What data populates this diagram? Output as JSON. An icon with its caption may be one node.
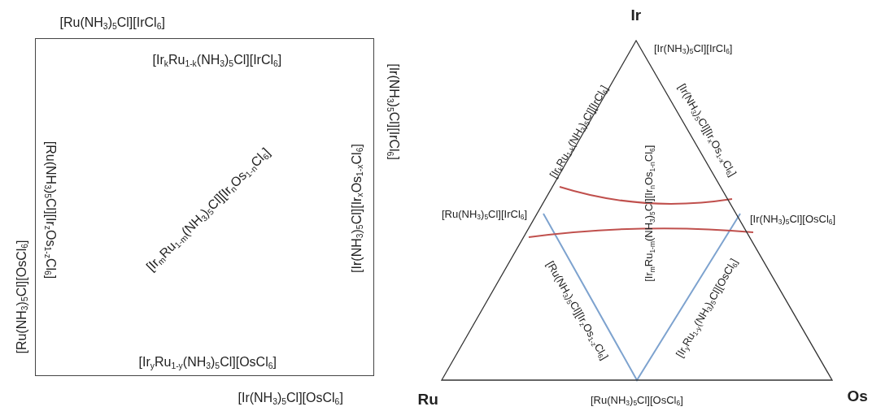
{
  "diagram": {
    "nodes": [
      {
        "text": [
          "[Ir$_{k}$Ru$_{1-k}$(NH$_{3}$)$_{5}$Cl][IrCl$_{6}$]",
          "[Ru(NH$_{3}$)$_{5}$Cl][Ir$_{z}$Os$_{1-z}$Cl$_{6}$]",
          "[Ir$_{m}$Ru$_{1-m}$(NH$_{3}$)$_{5}$Cl][Ir$_{n}$Os$_{1-n}$Cl$_{6}$]",
          "[Ir(NH$_{3}$)$_{5}$Cl][Ir$_{x}$Os$_{1-x}$Cl$_{6}$]",
          "[Ir$_{y}$Ru$_{1-y}$(NH$_{3}$)$_{5}$Cl][OsCl$_{6}$]"
        ]
      },
      {
        "text": [
          "[Ir$_{k}$Ru$_{1-k}$(NH$_{3}$)$_{5}$Cl][IrCl$_{6}$]",
          "[Ir(NH$_{3}$)$_{5}$Cl][Ir$_{x}$Os$_{1-x}$Cl$_{6}$]",
          "[Ir$_{m}$Ru$_{1-m}$(NH$_{3}$)$_{5}$Cl][Ir$_{n}$Os$_{1-n}$Cl$_{6}$]",
          "[Ru(NH$_{3}$)$_{5}$Cl][Ir$_{z}$Os$_{1-z}$Cl$_{6}$]",
          "[Ir$_{y}$Ru$_{1-y}$(NH$_{3}$)$_{5}$Cl][OsCl$_{6}$]"
        ]
      }
    ],
    "labels": [
      "[Ru(NH$_{3}$)$_{5}$Cl][IrCl$_{6}$]",
      "[Ir(NH$_{3}$)$_{5}$Cl][IrCl$_{6}$]",
      "[Ru(NH$_{3}$)$_{5}$Cl][OsCl$_{6}$]",
      "[Ir(NH$_{3}$)$_{5}$Cl][OsCl$_{6}$]",
      "Ir",
      "[Ir(NH$_{3}$)$_{5}$Cl][IrCl$_{6}$]",
      "[Ru(NH$_{3}$)$_{5}$Cl][IrCl$_{6}$]",
      "[Ir(NH$_{3}$)$_{5}$Cl][OsCl$_{6}$]",
      "Ru",
      "[Ru(NH$_{3}$)$_{5}$Cl][OsCl$_{6}$]",
      "Os"
    ]
  }
}
